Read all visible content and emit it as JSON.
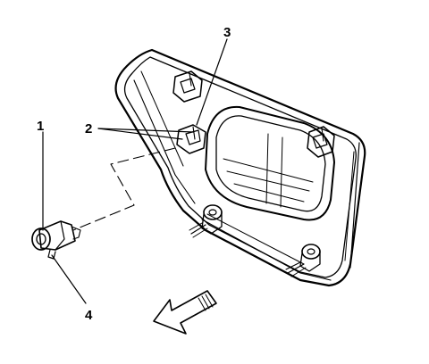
{
  "callouts": {
    "c1": "1",
    "c2": "2",
    "c3": "3",
    "c4": "4"
  },
  "colors": {
    "line": "#000000",
    "background": "#ffffff",
    "arrow_fill": "#ffffff"
  },
  "icons": {
    "front_arrow": "hollow-direction-arrow-icon"
  }
}
